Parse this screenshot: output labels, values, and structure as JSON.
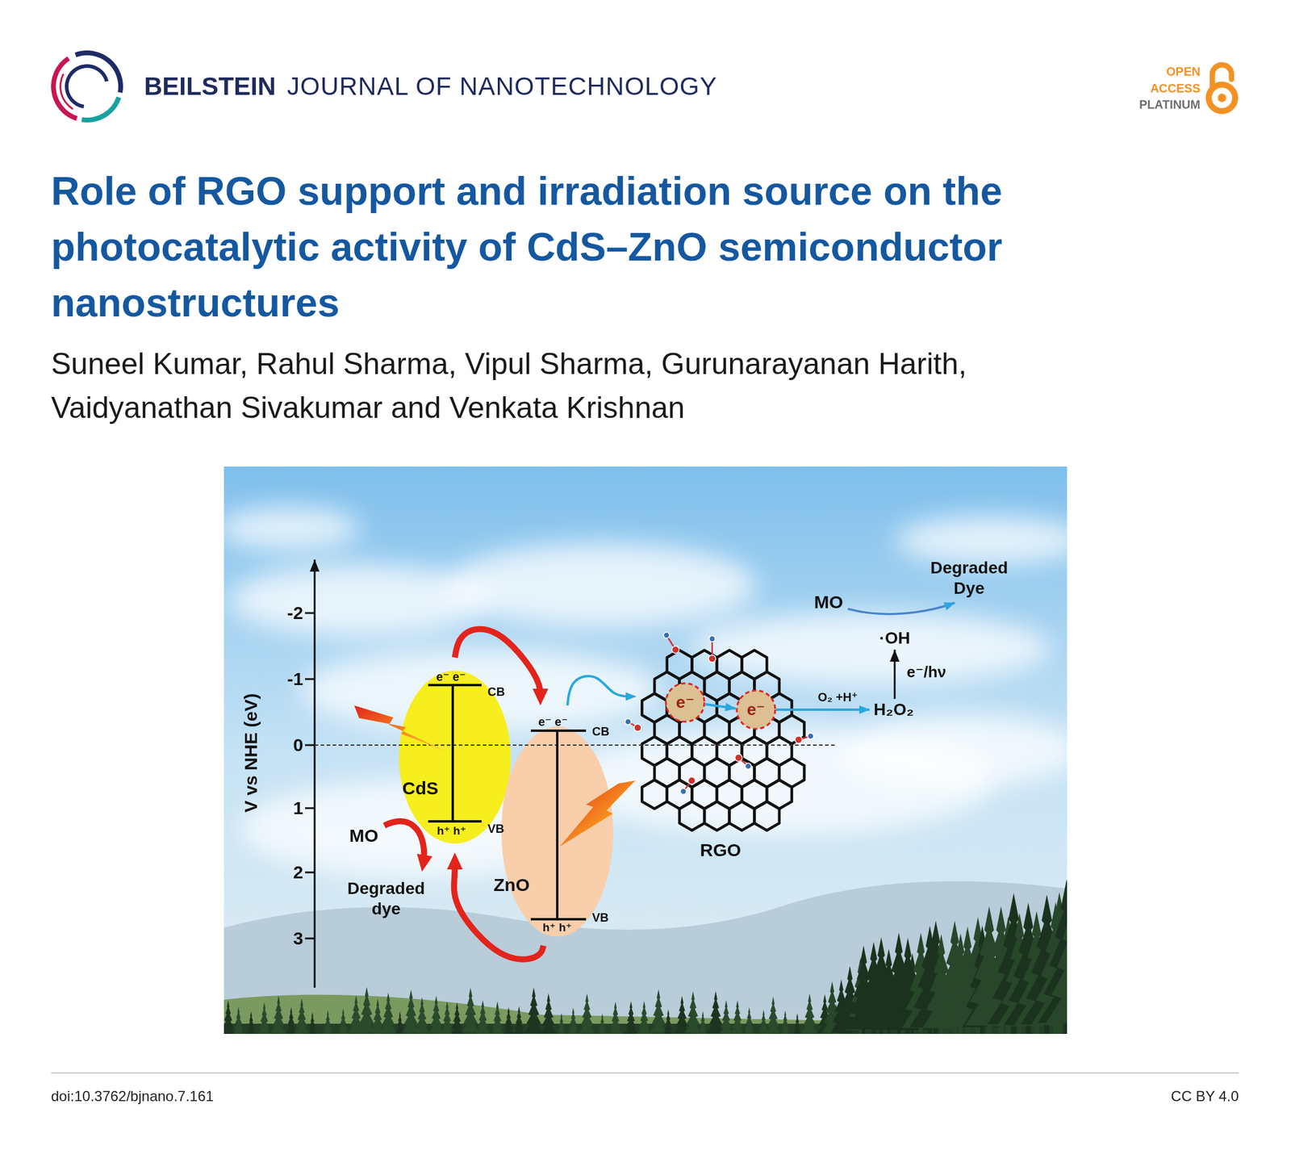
{
  "diagram": {
    "title": "Role of RGO support and irradiation source on the photocatalytic activity of CdS–ZnO semiconductor nanostructures",
    "nodes": [
      {
        "text": [
          "CdS"
        ]
      },
      {
        "text": [
          "ZnO"
        ]
      },
      {
        "text": [
          "RGO"
        ]
      }
    ],
    "edges": [
      {
        "from": 0,
        "to": 1,
        "arrow": "to"
      },
      {
        "from": 1,
        "to": 0,
        "arrow": "to"
      },
      {
        "from": 1,
        "to": 2,
        "arrow": "to"
      }
    ],
    "labels": [
      "BEILSTEIN",
      "JOURNAL OF NANOTECHNOLOGY",
      "OPEN",
      "ACCESS",
      "PLATINUM",
      "Suneel Kumar, Rahul Sharma, Vipul Sharma, Gurunarayanan Harith, Vaidyanathan Sivakumar and Venkata Krishnan",
      "-2",
      "-1",
      "0",
      "1",
      "2",
      "3",
      "V vs NHE (eV)",
      "e⁻ e⁻",
      "CB",
      "h⁺ h⁺",
      "VB",
      "e⁻ e⁻",
      "CB",
      "h⁺ h⁺",
      "VB",
      "MO",
      "Degraded dye",
      "MO",
      "Degraded Dye",
      "·OH",
      "e⁻/hν",
      "O₂ +H⁺",
      "H₂O₂",
      "e⁻",
      "e⁻",
      "doi:10.3762/bjnano.7.161",
      "CC BY 4.0"
    ]
  }
}
